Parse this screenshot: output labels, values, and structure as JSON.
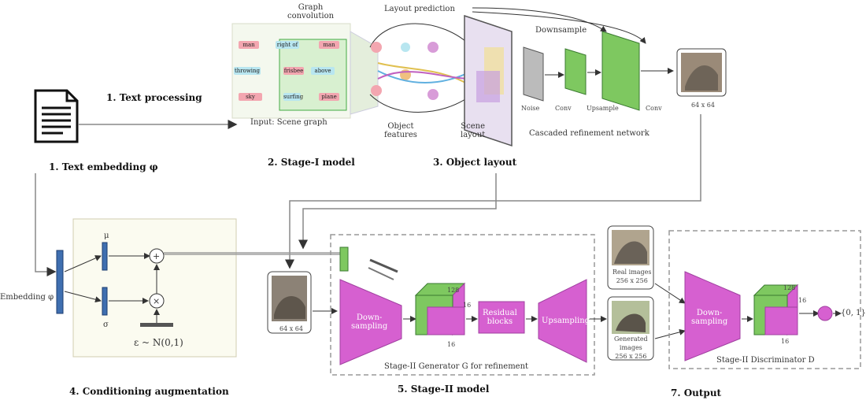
{
  "text_input": {
    "doc_icon": "document-icon",
    "step1": "1. Text processing",
    "step1b": "1. Text embedding φ"
  },
  "scene_graph": {
    "top_label": "Graph\nconvolution",
    "nodes": [
      "man",
      "right of",
      "man",
      "throwing",
      "frisbee",
      "above",
      "sky",
      "surfing",
      "plane"
    ],
    "input_label": "Input: Scene graph",
    "caption": "2. Stage-I model"
  },
  "layout": {
    "top_label": "Layout prediction",
    "object_features": "Object\nfeatures",
    "scene_layout": "Scene\nlayout",
    "caption": "3. Object layout"
  },
  "refinement": {
    "downsample": "Downsample",
    "stage_labels": [
      "Noise",
      "Conv",
      "Upsample",
      "Conv"
    ],
    "network_label": "Cascaded refinement network",
    "output_label": "64 x 64"
  },
  "conditioning": {
    "embedding_label": "Embedding φ",
    "mu": "μ",
    "sigma": "σ",
    "eps": "ε ~ N(0,1)",
    "caption": "4. Conditioning augmentation"
  },
  "stage2": {
    "input_image_label": "64 x 64",
    "downsampling": "Down-\nsampling",
    "residual": "Residual\nblocks",
    "upsampling": "Upsampling",
    "dims": [
      "128",
      "16",
      "16"
    ],
    "inner_label": "Stage-II Generator G for refinement",
    "caption": "5. Stage-II model"
  },
  "output": {
    "real_label": "Real images\n256 x 256",
    "gen_label": "Generated\nimages\n256 x 256",
    "downsampling": "Down-\nsampling",
    "dims": [
      "128",
      "16",
      "16"
    ],
    "discriminator": "Stage-II Discriminator D",
    "result": "{0, 1}",
    "caption": "7. Output"
  },
  "colors": {
    "magenta": "#d660d0",
    "green": "#7ec860",
    "blue": "#3f6fb0",
    "pink": "#f3a6b0",
    "cyan": "#b8e6f0"
  }
}
